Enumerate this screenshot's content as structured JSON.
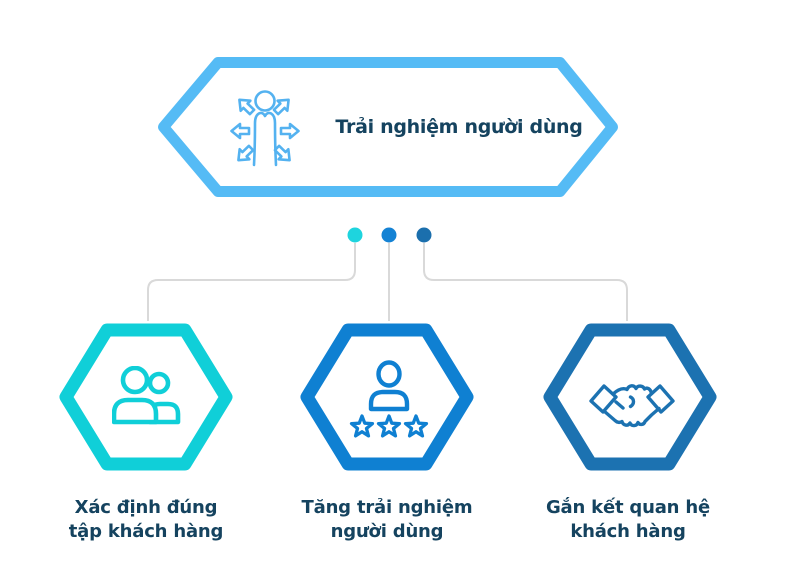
{
  "banner": {
    "title": "Trải nghiệm người dùng",
    "border_color": "#55BBF5",
    "icon": "person-arrows",
    "icon_color": "#54B2F0",
    "text_color": "#15435F"
  },
  "connectors": {
    "color": "#D9D9D9"
  },
  "nodes": [
    {
      "id": "customer-targeting",
      "dot_color": "#1ED4DE",
      "hex_color": "#10CFD8",
      "icon": "users",
      "label_line1": "Xác định đúng",
      "label_line2": "tập khách hàng"
    },
    {
      "id": "user-experience",
      "dot_color": "#1482D4",
      "hex_color": "#0F80D2",
      "icon": "user-rating-stars",
      "label_line1": "Tăng trải nghiệm",
      "label_line2": "người dùng"
    },
    {
      "id": "customer-relationship",
      "dot_color": "#1B6FAD",
      "hex_color": "#1C72B1",
      "icon": "handshake",
      "label_line1": "Gắn kết quan hệ",
      "label_line2": "khách hàng"
    }
  ],
  "text_color": "#15435F"
}
